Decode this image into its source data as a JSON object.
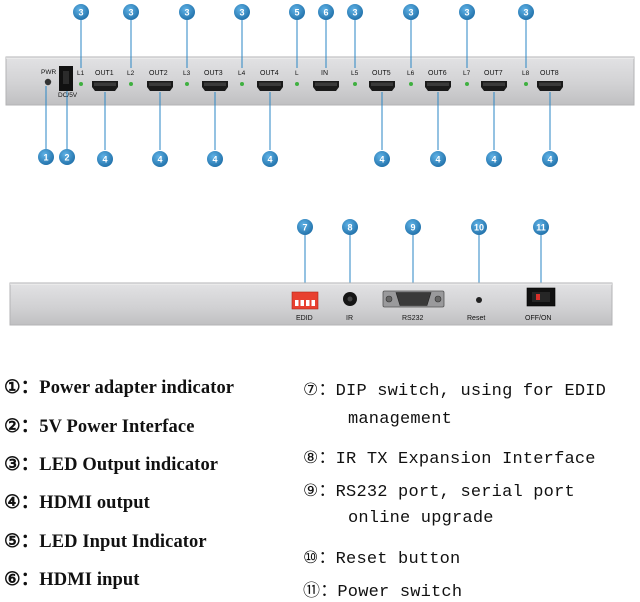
{
  "front_panel": {
    "labels": {
      "pwr": "PWR",
      "dc": "DC/5V",
      "l1": "L1",
      "out1": "OUT1",
      "l2": "L2",
      "out2": "OUT2",
      "l3": "L3",
      "out3": "OUT3",
      "l4": "L4",
      "out4": "OUT4",
      "l": "L",
      "in": "IN",
      "l5": "L5",
      "out5": "OUT5",
      "l6": "L6",
      "out6": "OUT6",
      "l7": "L7",
      "out7": "OUT7",
      "l8": "L8",
      "out8": "OUT8"
    },
    "markers_top": [
      "3",
      "3",
      "3",
      "3",
      "5",
      "6",
      "3",
      "3",
      "3",
      "3"
    ],
    "markers_bottom": [
      "1",
      "2",
      "4",
      "4",
      "4",
      "4",
      "4",
      "4",
      "4",
      "4"
    ]
  },
  "back_panel": {
    "labels": {
      "edid": "EDID",
      "ir": "IR",
      "rs232": "RS232",
      "reset": "Reset",
      "power": "OFF/ON"
    },
    "markers": [
      "7",
      "8",
      "9",
      "10",
      "11"
    ]
  },
  "legend": {
    "left": [
      {
        "mark": "①：",
        "text": "Power adapter indicator"
      },
      {
        "mark": "②：",
        "text": "5V Power Interface"
      },
      {
        "mark": "③：",
        "text": "LED Output indicator"
      },
      {
        "mark": "④：",
        "text": "HDMI output"
      },
      {
        "mark": "⑤：",
        "text": "LED Input Indicator"
      },
      {
        "mark": "⑥：",
        "text": "HDMI input"
      }
    ],
    "right": [
      {
        "mark": "⑦：",
        "text": "DIP switch, using for EDID"
      },
      {
        "mark": "",
        "text": "management"
      },
      {
        "mark": "⑧：",
        "text": "IR TX Expansion Interface"
      },
      {
        "mark": "⑨：",
        "text": "RS232 port, serial port"
      },
      {
        "mark": "",
        "text": "online upgrade"
      },
      {
        "mark": "⑩：",
        "text": "Reset button"
      },
      {
        "mark": "⑪：",
        "text": "Power switch"
      }
    ]
  },
  "colors": {
    "panel": "#d4d4d6",
    "badge": "#2a86c4",
    "led": "#3fb040",
    "dip": "#e8402f"
  }
}
